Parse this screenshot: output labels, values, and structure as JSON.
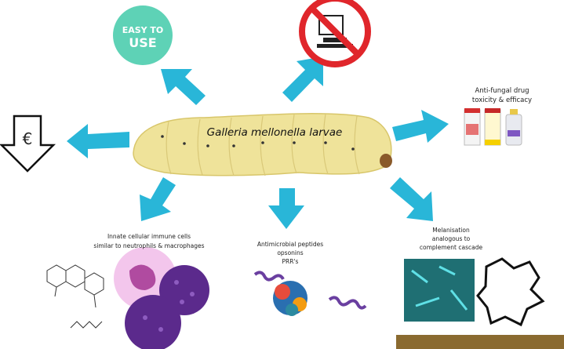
{
  "title": "Galleria mellonella larvae",
  "badges": {
    "easy_to_use_line1": "EASY TO",
    "easy_to_use_line2": "USE",
    "no_ethics_symbol": "no-ethical-approval-icon",
    "cost_symbol": "€"
  },
  "labels": {
    "antifungal_line1": "Anti-fungal drug",
    "antifungal_line2": "toxicity & efficacy",
    "innate_line1": "Innate cellular immune cells",
    "innate_line2": "similar to neutrophils & macrophages",
    "amp_line1": "Antimicrobial peptides",
    "amp_line2": "opsonins",
    "amp_line3": "PRR's",
    "mel_line1": "Melanisation",
    "mel_line2": "analogous to",
    "mel_line3": "complement cascade"
  },
  "colors": {
    "arrow": "#29b6d8",
    "larva": "#efe39a",
    "easy_badge": "#5ed2b6",
    "no_symbol": "#e0262b",
    "cell": "#5b2a8c"
  }
}
